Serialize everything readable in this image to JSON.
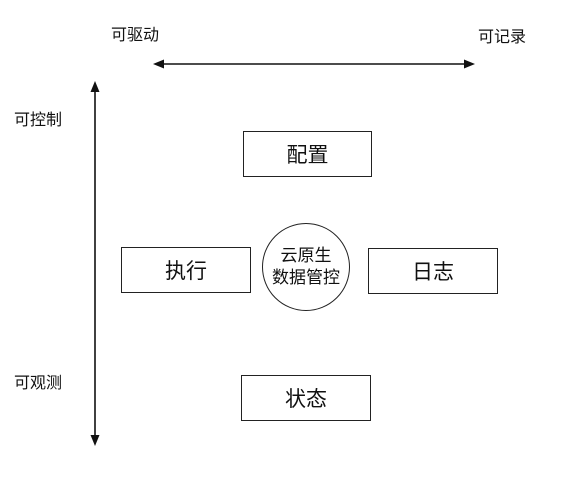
{
  "axes": {
    "horizontal": {
      "left_label": "可驱动",
      "right_label": "可记录"
    },
    "vertical": {
      "top_label": "可控制",
      "bottom_label": "可观测"
    }
  },
  "center": {
    "line1": "云原生",
    "line2": "数据管控"
  },
  "nodes": {
    "top": "配置",
    "left": "执行",
    "right": "日志",
    "bottom": "状态"
  },
  "colors": {
    "stroke": "#222222",
    "text": "#111111",
    "background": "#ffffff"
  }
}
